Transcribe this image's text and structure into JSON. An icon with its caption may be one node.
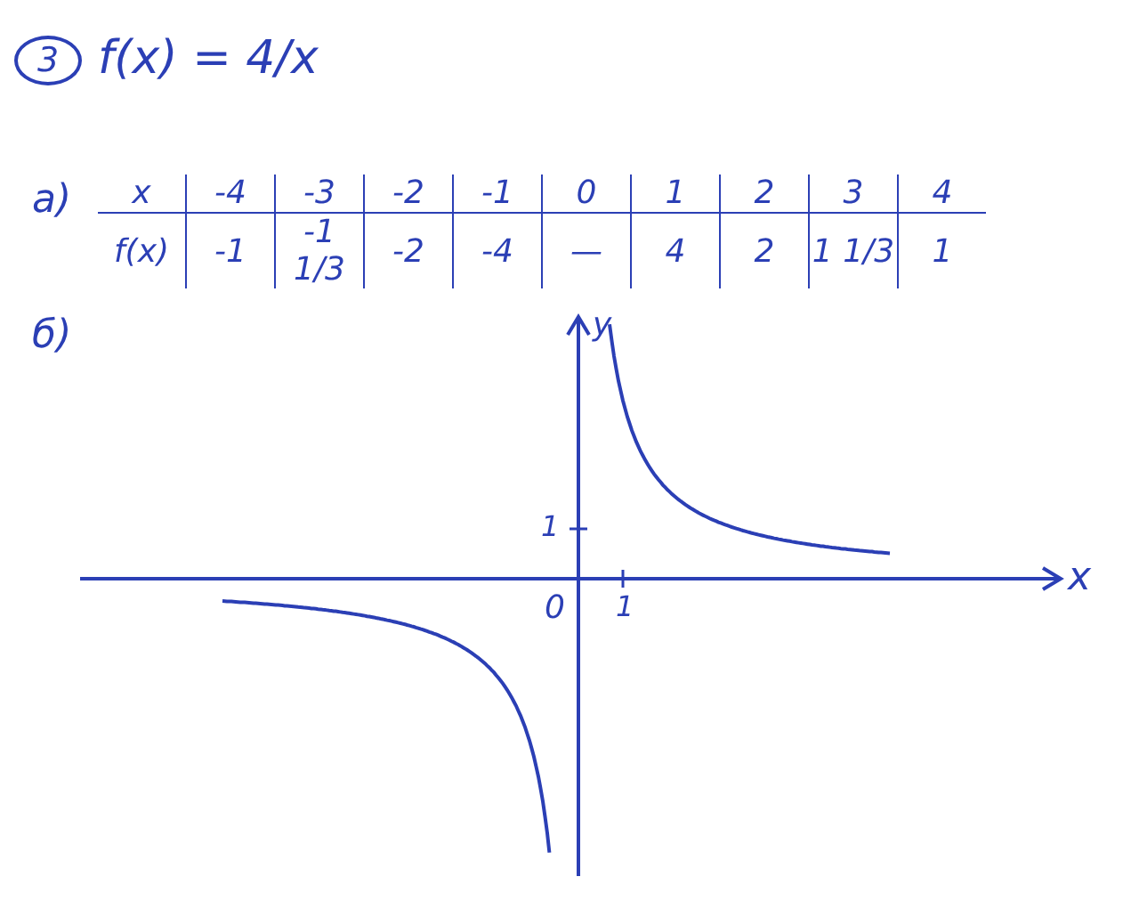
{
  "diagram": {
    "nodes": [
      {
        "text": [
          "3"
        ]
      }
    ],
    "labels": [
      "f(x) = 4/x",
      "а)",
      "x",
      "-4",
      "-3",
      "-2",
      "-1",
      "0",
      "1",
      "2",
      "3",
      "4",
      "f(x)",
      "-1",
      "-1 1/3",
      "-2",
      "-4",
      "—",
      "4",
      "2",
      "1 1/3",
      "1",
      "б)",
      "y",
      "1",
      "0",
      "1",
      "x"
    ]
  }
}
